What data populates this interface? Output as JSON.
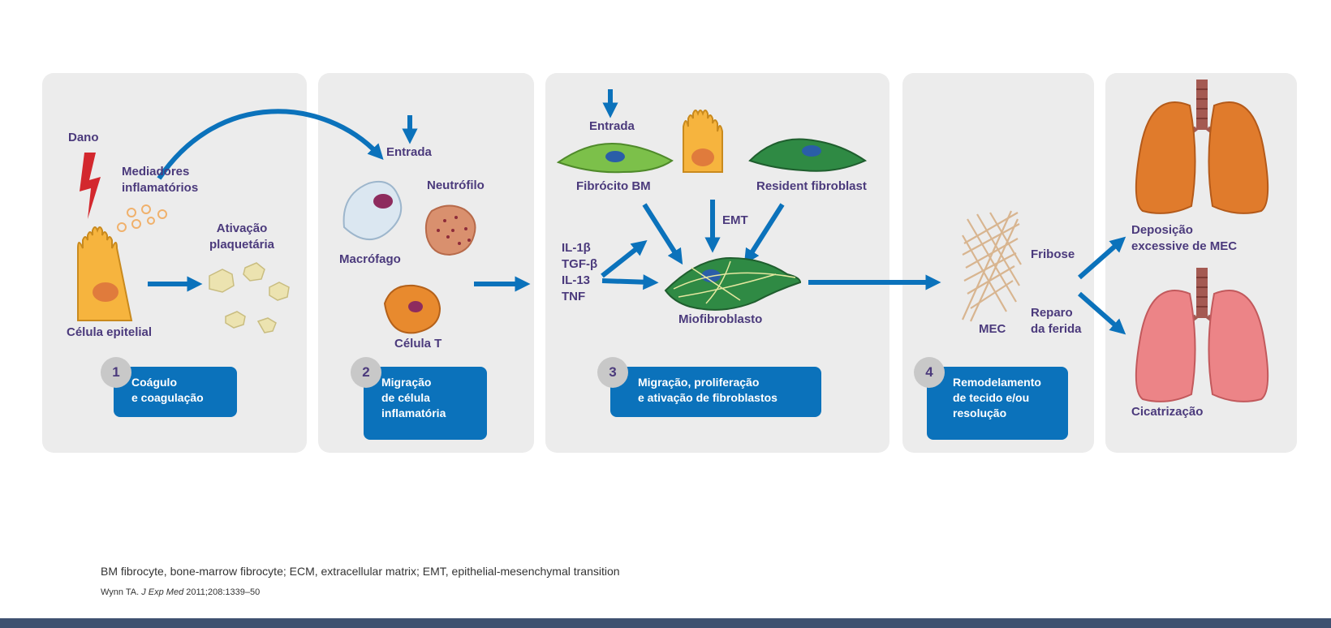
{
  "panel1": {
    "dano": "Dano",
    "mediadores": [
      "Mediadores",
      "inflamatórios"
    ],
    "ativacao": [
      "Ativação",
      "plaquetária"
    ],
    "celula_epitelial": "Célula epitelial",
    "step_number": "1",
    "step_text": [
      "Coágulo",
      "e coagulação"
    ]
  },
  "panel2": {
    "entrada": "Entrada",
    "neutrofilo": "Neutrófilo",
    "macrofago": "Macrófago",
    "celula_t": "Célula T",
    "step_number": "2",
    "step_text": [
      "Migração",
      "de célula",
      "inflamatória"
    ]
  },
  "panel3": {
    "entrada": "Entrada",
    "fibrocito": "Fibrócito BM",
    "resident": "Resident fibroblast",
    "emt": "EMT",
    "cytokines": [
      "IL-1β",
      "TGF-β",
      "IL-13",
      "TNF"
    ],
    "miofibroblasto": "Miofibroblasto",
    "step_number": "3",
    "step_text": [
      "Migração, proliferação",
      "e ativação de fibroblastos"
    ]
  },
  "panel4": {
    "fribose": "Fribose",
    "mec": "MEC",
    "reparo": [
      "Reparo",
      "da ferida"
    ],
    "step_number": "4",
    "step_text": [
      "Remodelamento",
      "de tecido e/ou",
      "resolução"
    ]
  },
  "panel5": {
    "deposicao": [
      "Deposição",
      "excessive de MEC"
    ],
    "cicatrizacao": "Cicatrização"
  },
  "footer": {
    "abbreviations": "BM fibrocyte, bone-marrow fibrocyte; ECM, extracellular matrix; EMT, epithelial-mesenchymal transition",
    "citation_author": "Wynn TA. ",
    "citation_journal": "J Exp Med",
    "citation_rest": " 2011;208:1339–50"
  },
  "colors": {
    "panel_bg": "#ececec",
    "arrow_blue": "#0b72bb",
    "label_purple": "#4b3a7c",
    "step_box": "#0b72bb",
    "lung_orange": "#e07b2c",
    "lung_pink": "#ec8487"
  }
}
